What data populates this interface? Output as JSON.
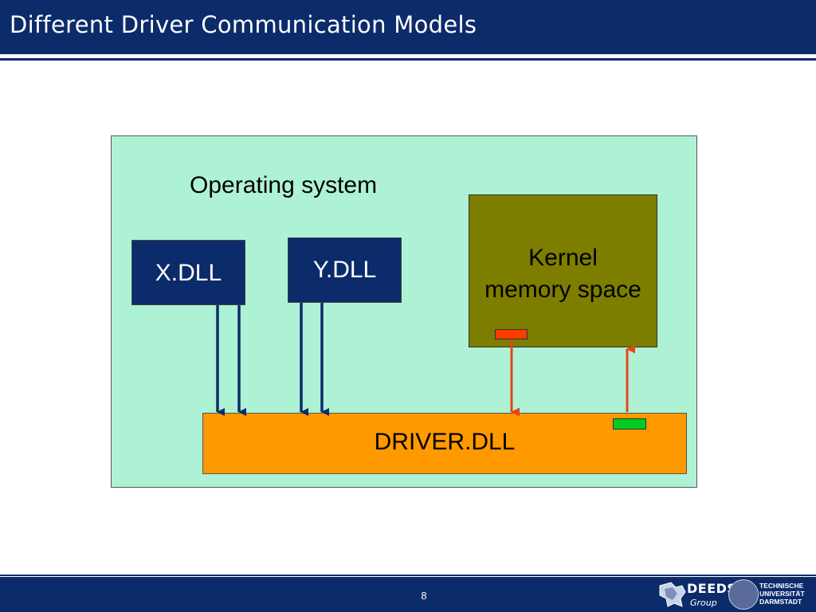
{
  "slide": {
    "title": "Different Driver Communication Models",
    "page_number": "8"
  },
  "diagram": {
    "os_label": "Operating system",
    "x_dll": "X.DLL",
    "y_dll": "Y.DLL",
    "kernel_line1": "Kernel",
    "kernel_line2": "memory space",
    "driver": "DRIVER.DLL"
  },
  "footer": {
    "deeds_name": "DEEDS",
    "deeds_sub": "Group",
    "tu_line1": "TECHNISCHE",
    "tu_line2": "UNIVERSITÄT",
    "tu_line3": "DARMSTADT"
  },
  "colors": {
    "title_bar": "#0c2b6b",
    "os_background": "#aef2d5",
    "dll_box": "#0c2b6b",
    "kernel_box": "#7d7d00",
    "driver_box": "#ff9900",
    "red_slot": "#ff3c00",
    "green_slot": "#00cc22",
    "blue_arrow": "#0c2b6b",
    "red_arrow": "#e8441a"
  }
}
